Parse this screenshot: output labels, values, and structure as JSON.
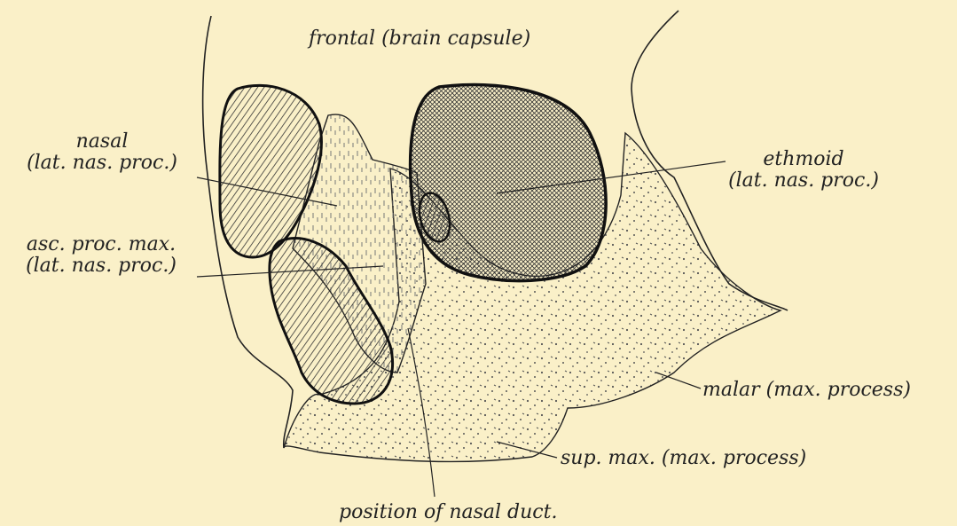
{
  "labels": {
    "frontal": {
      "main": "frontal",
      "paren": "(brain capsule)"
    },
    "nasal": {
      "line1": "nasal",
      "line2": "(lat. nas. proc.)"
    },
    "asc_proc_max": {
      "line1": "asc. proc. max.",
      "line2": "(lat. nas. proc.)"
    },
    "ethmoid": {
      "line1": "ethmoid",
      "line2": "(lat. nas. proc.)"
    },
    "malar": {
      "main": "malar",
      "paren": "(max. process)"
    },
    "sup_max": {
      "main": "sup. max.",
      "paren": "(max. process)"
    },
    "nasal_duct": "position of nasal duct."
  },
  "colors": {
    "background": "#faf0c8",
    "ink": "#222222",
    "bone_fill": "#f4e6b4"
  }
}
